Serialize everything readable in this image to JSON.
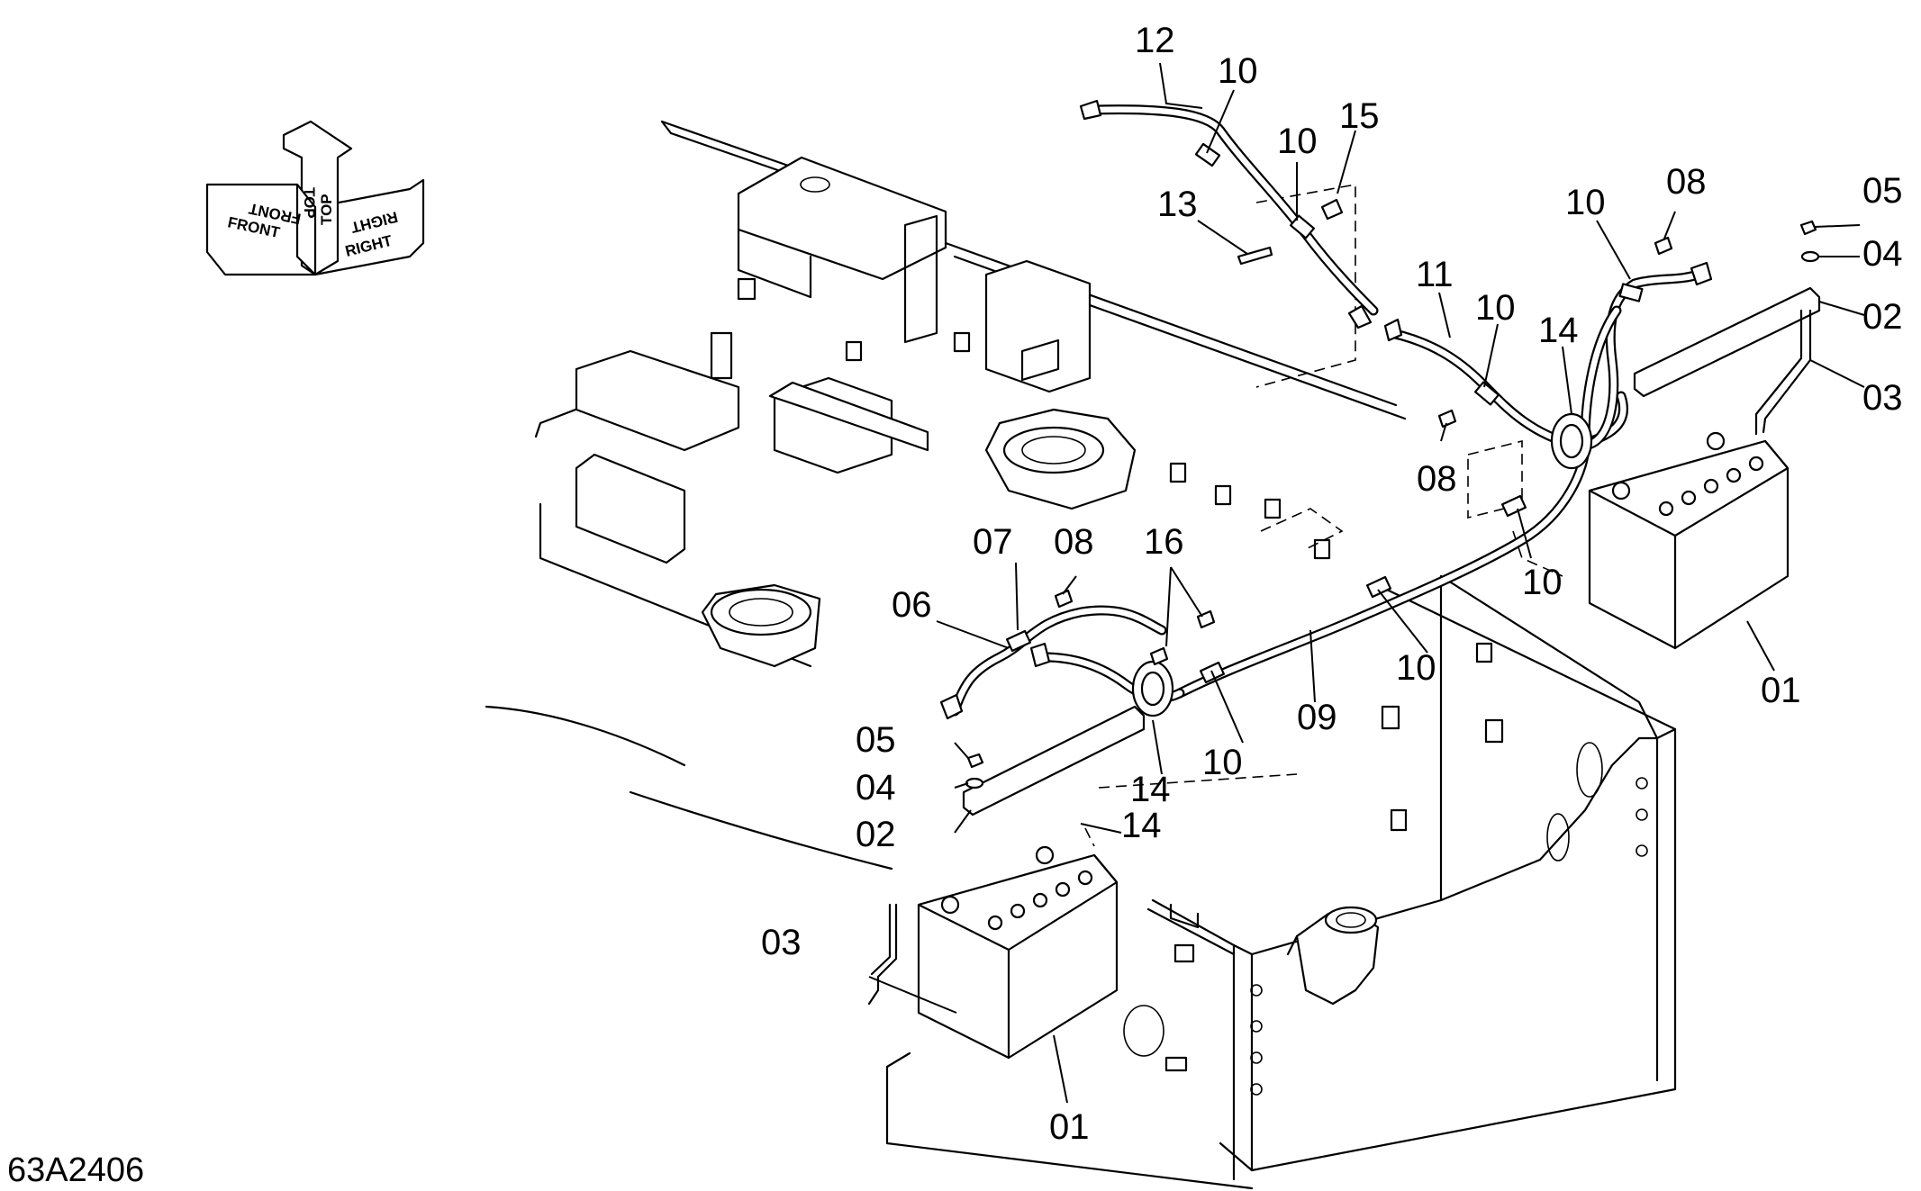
{
  "drawing_number": "63A2406",
  "orientation": {
    "front": "FRONT",
    "top": "TOP",
    "right": "RIGHT"
  },
  "callouts": {
    "c01a": "01",
    "c01b": "01",
    "c02a": "02",
    "c02b": "02",
    "c03a": "03",
    "c03b": "03",
    "c04a": "04",
    "c04b": "04",
    "c05a": "05",
    "c05b": "05",
    "c06": "06",
    "c07": "07",
    "c08a": "08",
    "c08b": "08",
    "c08c": "08",
    "c09": "09",
    "c10a": "10",
    "c10b": "10",
    "c10c": "10",
    "c10d": "10",
    "c10e": "10",
    "c10f": "10",
    "c10g": "10",
    "c11": "11",
    "c12": "12",
    "c13": "13",
    "c14a": "14",
    "c14b": "14",
    "c14c": "14",
    "c15": "15",
    "c16": "16"
  }
}
